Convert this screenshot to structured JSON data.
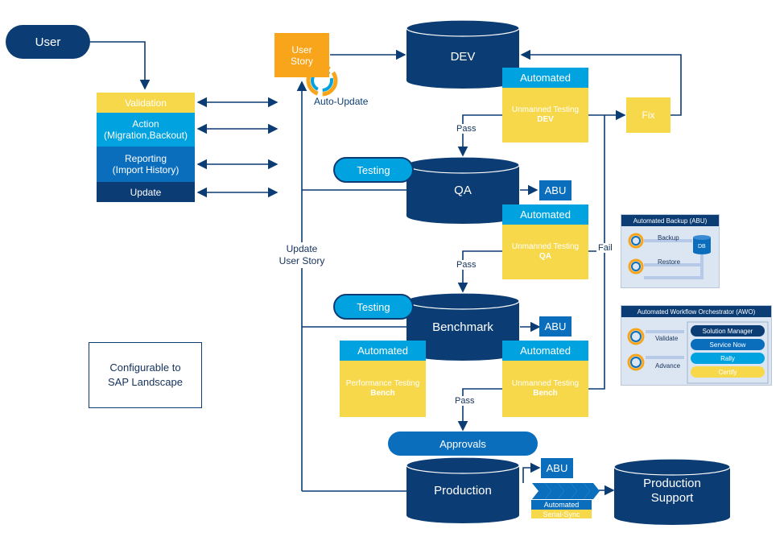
{
  "user": "User",
  "user_story": [
    "User",
    "Story"
  ],
  "auto_update": "Auto-Update",
  "menu": {
    "validation": "Validation",
    "action": [
      "Action",
      "(Migration,Backout)"
    ],
    "reporting": [
      "Reporting",
      "(Import History)"
    ],
    "update": "Update"
  },
  "update_user_story": [
    "Update",
    "User Story"
  ],
  "configurable": [
    "Configurable to",
    "SAP Landscape"
  ],
  "dev": "DEV",
  "qa": "QA",
  "benchmark": "Benchmark",
  "production": "Production",
  "production_support": [
    "Production",
    "Support"
  ],
  "testing": "Testing",
  "automated": "Automated",
  "abu": "ABU",
  "fix": "Fix",
  "pass": "Pass",
  "fail": "Fail",
  "approvals": "Approvals",
  "unmanned_dev": [
    "Unmanned Testing",
    "DEV"
  ],
  "unmanned_qa": [
    "Unmanned Testing",
    "QA"
  ],
  "unmanned_bench": [
    "Unmanned Testing",
    "Bench"
  ],
  "performance_bench": [
    "Performance Testing",
    "Bench"
  ],
  "serial_sync": [
    "Automated",
    "Serial-Sync"
  ],
  "abu_panel": {
    "title": "Automated Backup (ABU)",
    "backup": "Backup",
    "restore": "Restore",
    "db": "DB"
  },
  "awo_panel": {
    "title": "Automated Workflow Orchestrator (AWO)",
    "validate": "Validate",
    "advance": "Advance",
    "items": [
      "Solution Manager",
      "Service Now",
      "Rally",
      "Certify"
    ]
  },
  "colors": {
    "navy": "#0b3c73",
    "blue": "#0a6ebd",
    "cyan": "#00a3e0",
    "yellow": "#f7d84a",
    "orange": "#f9a51b"
  }
}
